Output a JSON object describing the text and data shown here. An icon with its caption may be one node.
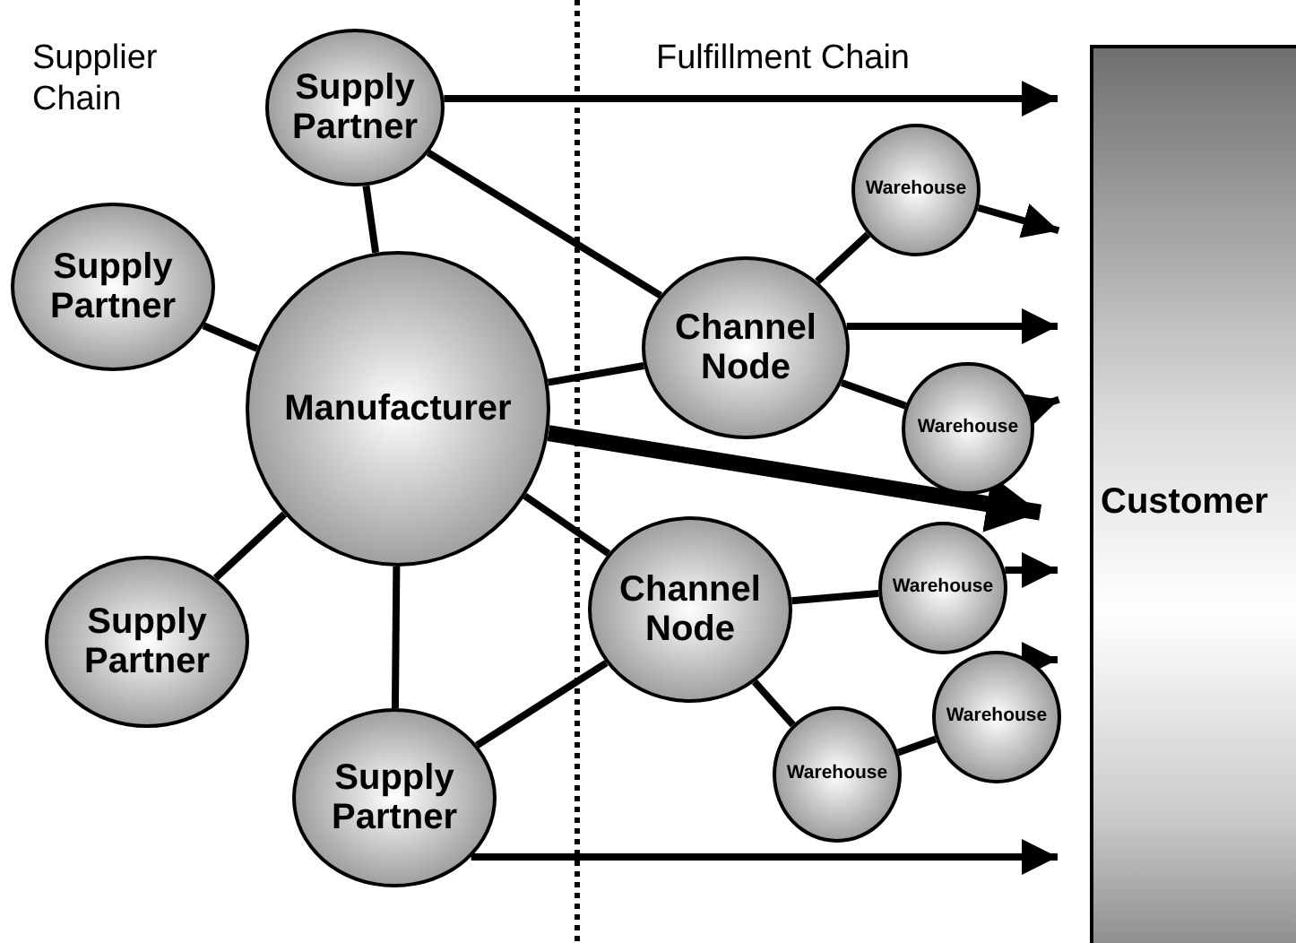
{
  "diagram": {
    "nodes": [
      {
        "text": [
          "Supply Partner"
        ]
      },
      {
        "text": [
          "Supply Partner"
        ]
      },
      {
        "text": [
          "Manufacturer"
        ]
      },
      {
        "text": [
          "Supply Partner"
        ]
      },
      {
        "text": [
          "Supply Partner"
        ]
      },
      {
        "text": [
          "Channel Node"
        ]
      },
      {
        "text": [
          "Channel Node"
        ]
      },
      {
        "text": [
          "Warehouse"
        ]
      },
      {
        "text": [
          "Warehouse"
        ]
      },
      {
        "text": [
          "Warehouse"
        ]
      },
      {
        "text": [
          "Warehouse"
        ]
      },
      {
        "text": [
          "Warehouse"
        ]
      },
      {
        "text": [
          "Customer"
        ]
      }
    ],
    "edges": [
      {
        "from": 0,
        "to": 12,
        "arrow": "to"
      },
      {
        "from": 0,
        "to": 5,
        "arrow": "none"
      },
      {
        "from": 0,
        "to": 2,
        "arrow": "none"
      },
      {
        "from": 1,
        "to": 2,
        "arrow": "none"
      },
      {
        "from": 3,
        "to": 2,
        "arrow": "none"
      },
      {
        "from": 4,
        "to": 2,
        "arrow": "none"
      },
      {
        "from": 2,
        "to": 5,
        "arrow": "none"
      },
      {
        "from": 2,
        "to": 6,
        "arrow": "none"
      },
      {
        "from": 2,
        "to": 12,
        "arrow": "to",
        "style": "thick"
      },
      {
        "from": 4,
        "to": 6,
        "arrow": "none"
      },
      {
        "from": 4,
        "to": 12,
        "arrow": "to"
      },
      {
        "from": 5,
        "to": 7,
        "arrow": "none"
      },
      {
        "from": 5,
        "to": 12,
        "arrow": "to"
      },
      {
        "from": 5,
        "to": 8,
        "arrow": "none"
      },
      {
        "from": 7,
        "to": 12,
        "arrow": "to"
      },
      {
        "from": 8,
        "to": 12,
        "arrow": "to"
      },
      {
        "from": 6,
        "to": 9,
        "arrow": "none"
      },
      {
        "from": 6,
        "to": 11,
        "arrow": "none"
      },
      {
        "from": 9,
        "to": 12,
        "arrow": "to"
      },
      {
        "from": 11,
        "to": 10,
        "arrow": "none"
      },
      {
        "from": 10,
        "to": 12,
        "arrow": "to"
      }
    ],
    "labels": [
      "Supplier Chain",
      "Fulfillment Chain"
    ]
  }
}
